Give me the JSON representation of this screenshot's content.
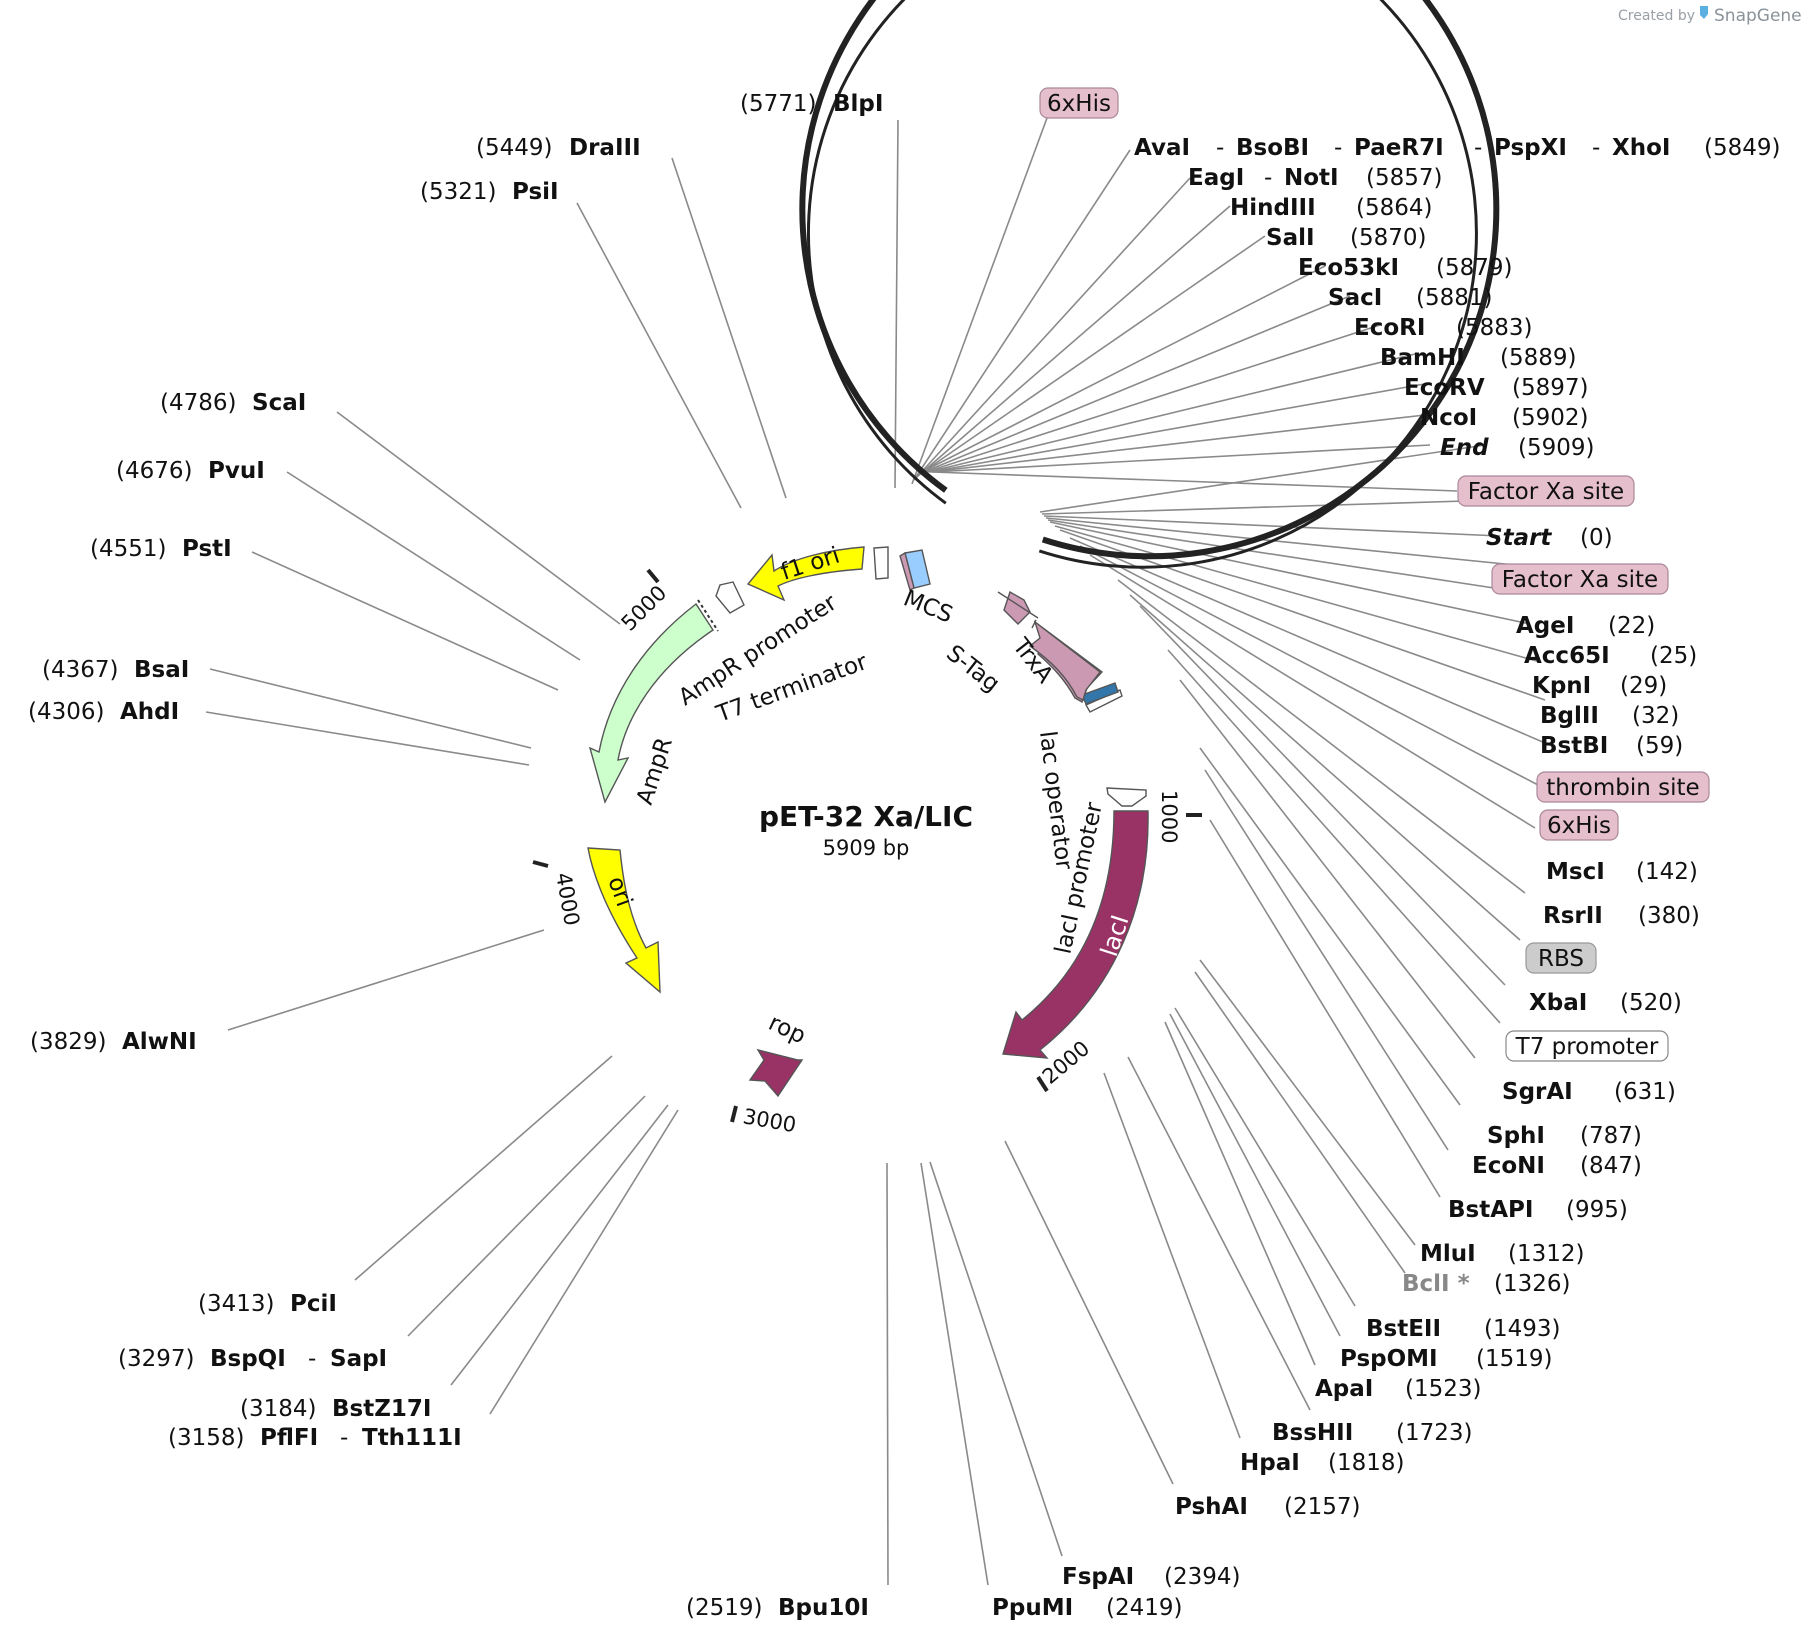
{
  "credit": {
    "prefix": "Created by",
    "brand": "SnapGene"
  },
  "plasmid": {
    "name": "pET-32 Xa/LIC",
    "size_label": "5909 bp"
  },
  "ticks": [
    "1000",
    "2000",
    "3000",
    "4000",
    "5000"
  ],
  "features": {
    "f1_ori": "f1 ori",
    "ampr_promoter": "AmpR promoter",
    "t7_terminator": "T7 terminator",
    "mcs": "MCS",
    "s_tag": "S-Tag",
    "trxa": "TrxA",
    "lac_operator": "lac operator",
    "laci_promoter": "lacI promoter",
    "laci": "lacI",
    "ampr": "AmpR",
    "ori": "ori",
    "rop": "rop"
  },
  "boxed": [
    {
      "text": "6xHis",
      "style": "pink"
    },
    {
      "text": "Factor Xa site",
      "style": "pink"
    },
    {
      "text": "Factor Xa site",
      "style": "pink"
    },
    {
      "text": "thrombin site",
      "style": "pink"
    },
    {
      "text": "6xHis",
      "style": "pink"
    },
    {
      "text": "RBS",
      "style": "gray"
    },
    {
      "text": "T7 promoter",
      "style": "white"
    }
  ],
  "sites": {
    "blpi": {
      "pos": "(5771)",
      "name": "BlpI"
    },
    "draiii": {
      "pos": "(5449)",
      "name": "DraIII"
    },
    "psii": {
      "pos": "(5321)",
      "name": "PsiI"
    },
    "scai": {
      "pos": "(4786)",
      "name": "ScaI"
    },
    "pvui": {
      "pos": "(4676)",
      "name": "PvuI"
    },
    "psti": {
      "pos": "(4551)",
      "name": "PstI"
    },
    "bsai": {
      "pos": "(4367)",
      "name": "BsaI"
    },
    "ahdi": {
      "pos": "(4306)",
      "name": "AhdI"
    },
    "alwni": {
      "pos": "(3829)",
      "name": "AlwNI"
    },
    "pcii": {
      "pos": "(3413)",
      "name": "PciI"
    },
    "bspqi": {
      "pos": "(3297)",
      "name": "BspQI",
      "name2": "SapI"
    },
    "bstz17i": {
      "pos": "(3184)",
      "name": "BstZ17I"
    },
    "pflfi": {
      "pos": "(3158)",
      "name": "PflFI",
      "name2": "Tth111I"
    },
    "bpu10i": {
      "pos": "(2519)",
      "name": "Bpu10I"
    },
    "ppumi": {
      "name": "PpuMI",
      "pos": "(2419)"
    },
    "fspai": {
      "name": "FspAI",
      "pos": "(2394)"
    },
    "pshai": {
      "name": "PshAI",
      "pos": "(2157)"
    },
    "hpai": {
      "name": "HpaI",
      "pos": "(1818)"
    },
    "bsshii": {
      "name": "BssHII",
      "pos": "(1723)"
    },
    "apai": {
      "name": "ApaI",
      "pos": "(1523)"
    },
    "pspomi": {
      "name": "PspOMI",
      "pos": "(1519)"
    },
    "bsteii": {
      "name": "BstEII",
      "pos": "(1493)"
    },
    "bcli": {
      "name": "BclI *",
      "pos": "(1326)"
    },
    "mlui": {
      "name": "MluI",
      "pos": "(1312)"
    },
    "bstapi": {
      "name": "BstAPI",
      "pos": "(995)"
    },
    "econi": {
      "name": "EcoNI",
      "pos": "(847)"
    },
    "sphi": {
      "name": "SphI",
      "pos": "(787)"
    },
    "sgrai": {
      "name": "SgrAI",
      "pos": "(631)"
    },
    "xbai": {
      "name": "XbaI",
      "pos": "(520)"
    },
    "rsrii": {
      "name": "RsrII",
      "pos": "(380)"
    },
    "msci": {
      "name": "MscI",
      "pos": "(142)"
    },
    "bstbi": {
      "name": "BstBI",
      "pos": "(59)"
    },
    "bglii": {
      "name": "BglII",
      "pos": "(32)"
    },
    "kpni": {
      "name": "KpnI",
      "pos": "(29)"
    },
    "acc65i": {
      "name": "Acc65I",
      "pos": "(25)"
    },
    "agei": {
      "name": "AgeI",
      "pos": "(22)"
    },
    "start": {
      "name": "Start",
      "pos": "(0)"
    },
    "end": {
      "name": "End",
      "pos": "(5909)"
    },
    "ncoi": {
      "name": "NcoI",
      "pos": "(5902)"
    },
    "ecorv": {
      "name": "EcoRV",
      "pos": "(5897)"
    },
    "bamhi": {
      "name": "BamHI",
      "pos": "(5889)"
    },
    "ecori": {
      "name": "EcoRI",
      "pos": "(5883)"
    },
    "saci": {
      "name": "SacI",
      "pos": "(5881)"
    },
    "eco53ki": {
      "name": "Eco53kI",
      "pos": "(5879)"
    },
    "sali": {
      "name": "SalI",
      "pos": "(5870)"
    },
    "hindiii": {
      "name": "HindIII",
      "pos": "(5864)"
    },
    "eagi": {
      "name": "EagI",
      "name2": "NotI",
      "pos": "(5857)"
    },
    "avai": {
      "name": "AvaI",
      "name2": "BsoBI",
      "name3": "PaeR7I",
      "name4": "PspXI",
      "name5": "XhoI",
      "pos": "(5849)"
    }
  },
  "colors": {
    "ring": "#222222",
    "f1_ori": "#ffff00",
    "ampr": "#ccffcc",
    "laci": "#993366",
    "trxa": "#cc99b3",
    "mcs": "#99ccff",
    "pink_box": "#e6bfcc",
    "gray_box": "#cccccc"
  }
}
